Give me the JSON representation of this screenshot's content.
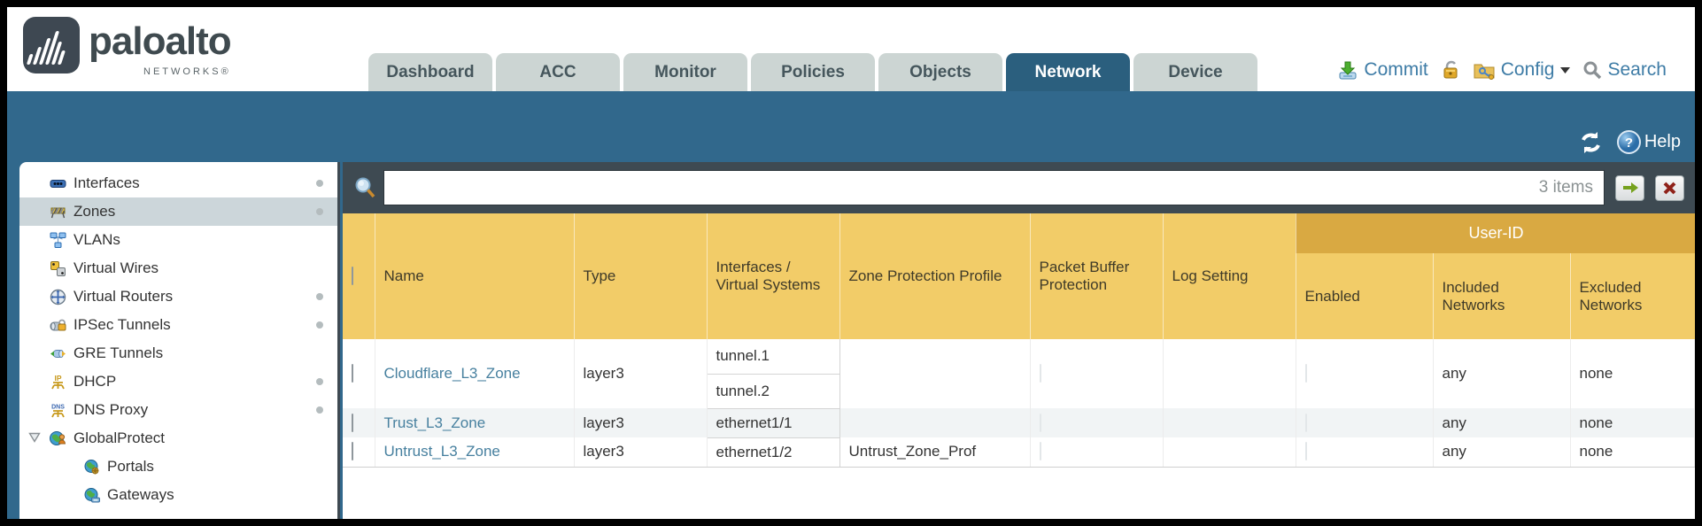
{
  "brand": {
    "name": "paloalto",
    "sub": "NETWORKS®"
  },
  "nav": {
    "tabs": [
      {
        "label": "Dashboard",
        "active": false
      },
      {
        "label": "ACC",
        "active": false
      },
      {
        "label": "Monitor",
        "active": false
      },
      {
        "label": "Policies",
        "active": false
      },
      {
        "label": "Objects",
        "active": false
      },
      {
        "label": "Network",
        "active": true
      },
      {
        "label": "Device",
        "active": false
      }
    ],
    "utilities": {
      "commit": "Commit",
      "config": "Config",
      "search": "Search"
    }
  },
  "band": {
    "help": "Help"
  },
  "sidebar": {
    "items": [
      {
        "label": "Interfaces",
        "icon": "interfaces-icon",
        "dot": true,
        "selected": false,
        "indent": false,
        "expander": false
      },
      {
        "label": "Zones",
        "icon": "zones-icon",
        "dot": true,
        "selected": true,
        "indent": false,
        "expander": false
      },
      {
        "label": "VLANs",
        "icon": "vlans-icon",
        "dot": false,
        "selected": false,
        "indent": false,
        "expander": false
      },
      {
        "label": "Virtual Wires",
        "icon": "virtual-wires-icon",
        "dot": false,
        "selected": false,
        "indent": false,
        "expander": false
      },
      {
        "label": "Virtual Routers",
        "icon": "virtual-routers-icon",
        "dot": true,
        "selected": false,
        "indent": false,
        "expander": false
      },
      {
        "label": "IPSec Tunnels",
        "icon": "ipsec-tunnels-icon",
        "dot": true,
        "selected": false,
        "indent": false,
        "expander": false
      },
      {
        "label": "GRE Tunnels",
        "icon": "gre-tunnels-icon",
        "dot": false,
        "selected": false,
        "indent": false,
        "expander": false
      },
      {
        "label": "DHCP",
        "icon": "dhcp-icon",
        "dot": true,
        "selected": false,
        "indent": false,
        "expander": false
      },
      {
        "label": "DNS Proxy",
        "icon": "dns-proxy-icon",
        "dot": true,
        "selected": false,
        "indent": false,
        "expander": false
      },
      {
        "label": "GlobalProtect",
        "icon": "globalprotect-icon",
        "dot": false,
        "selected": false,
        "indent": false,
        "expander": true
      },
      {
        "label": "Portals",
        "icon": "portals-icon",
        "dot": false,
        "selected": false,
        "indent": true,
        "expander": false
      },
      {
        "label": "Gateways",
        "icon": "gateways-icon",
        "dot": false,
        "selected": false,
        "indent": true,
        "expander": false
      }
    ]
  },
  "filter": {
    "value": "",
    "count_label": "3 items"
  },
  "table": {
    "group_header": "User-ID",
    "columns": {
      "name": "Name",
      "type": "Type",
      "interfaces": "Interfaces / Virtual Systems",
      "zone_protection": "Zone Protection Profile",
      "packet_buffer": "Packet Buffer Protection",
      "log_setting": "Log Setting",
      "enabled": "Enabled",
      "included": "Included Networks",
      "excluded": "Excluded Networks"
    },
    "rows": [
      {
        "name": "Cloudflare_L3_Zone",
        "type": "layer3",
        "interfaces": [
          "tunnel.1",
          "tunnel.2"
        ],
        "zone_protection_profile": "",
        "log_setting": "",
        "included_networks": "any",
        "excluded_networks": "none",
        "zebra": false
      },
      {
        "name": "Trust_L3_Zone",
        "type": "layer3",
        "interfaces": [
          "ethernet1/1"
        ],
        "zone_protection_profile": "",
        "log_setting": "",
        "included_networks": "any",
        "excluded_networks": "none",
        "zebra": true
      },
      {
        "name": "Untrust_L3_Zone",
        "type": "layer3",
        "interfaces": [
          "ethernet1/2"
        ],
        "zone_protection_profile": "Untrust_Zone_Prof",
        "log_setting": "",
        "included_networks": "any",
        "excluded_networks": "none",
        "zebra": false
      }
    ]
  },
  "colors": {
    "teal": "#31688c",
    "active_tab": "#2b5f7e",
    "header_amber": "#f2cc68",
    "group_amber": "#d9a942",
    "slate": "#3e4a52",
    "link": "#47809f"
  }
}
